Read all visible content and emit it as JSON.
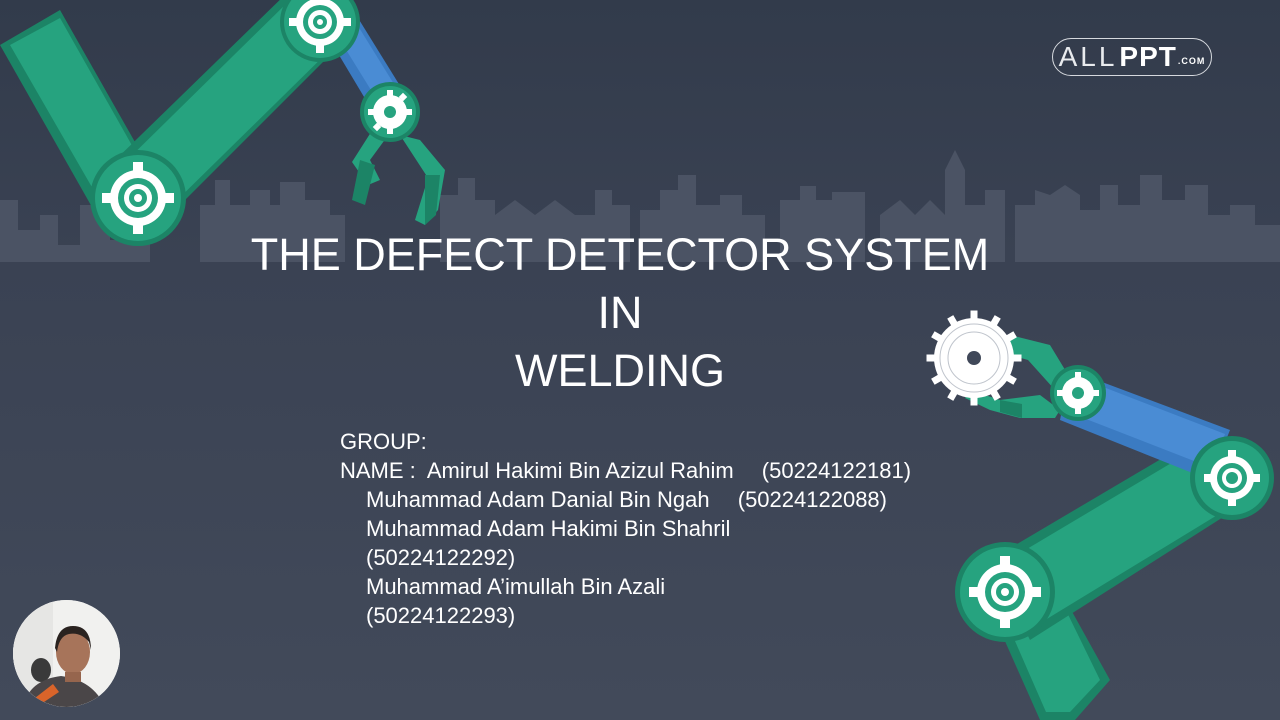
{
  "logo": {
    "all": "ALL",
    "ppt": "PPT",
    "com": ".COM"
  },
  "title": {
    "line1": "THE DEFECT DETECTOR SYSTEM",
    "line2": "IN",
    "line3": "WELDING"
  },
  "group_label": "GROUP:",
  "name_label": "NAME :",
  "members": [
    {
      "name": "Amirul Hakimi Bin Azizul Rahim",
      "id": "(50224122181)"
    },
    {
      "name": "Muhammad Adam Danial Bin Ngah",
      "id": "(50224122088)"
    },
    {
      "name": "Muhammad Adam Hakimi Bin Shahril",
      "id": "(50224122292)"
    },
    {
      "name": "Muhammad A’imullah Bin Azali",
      "id": "(50224122293)"
    }
  ],
  "colors": {
    "background": "#404859",
    "arm_green": "#26a37f",
    "arm_dark_green": "#1c8466",
    "arm_blue": "#3b7bc2",
    "skyline": "#4b5364",
    "text": "#ffffff"
  }
}
